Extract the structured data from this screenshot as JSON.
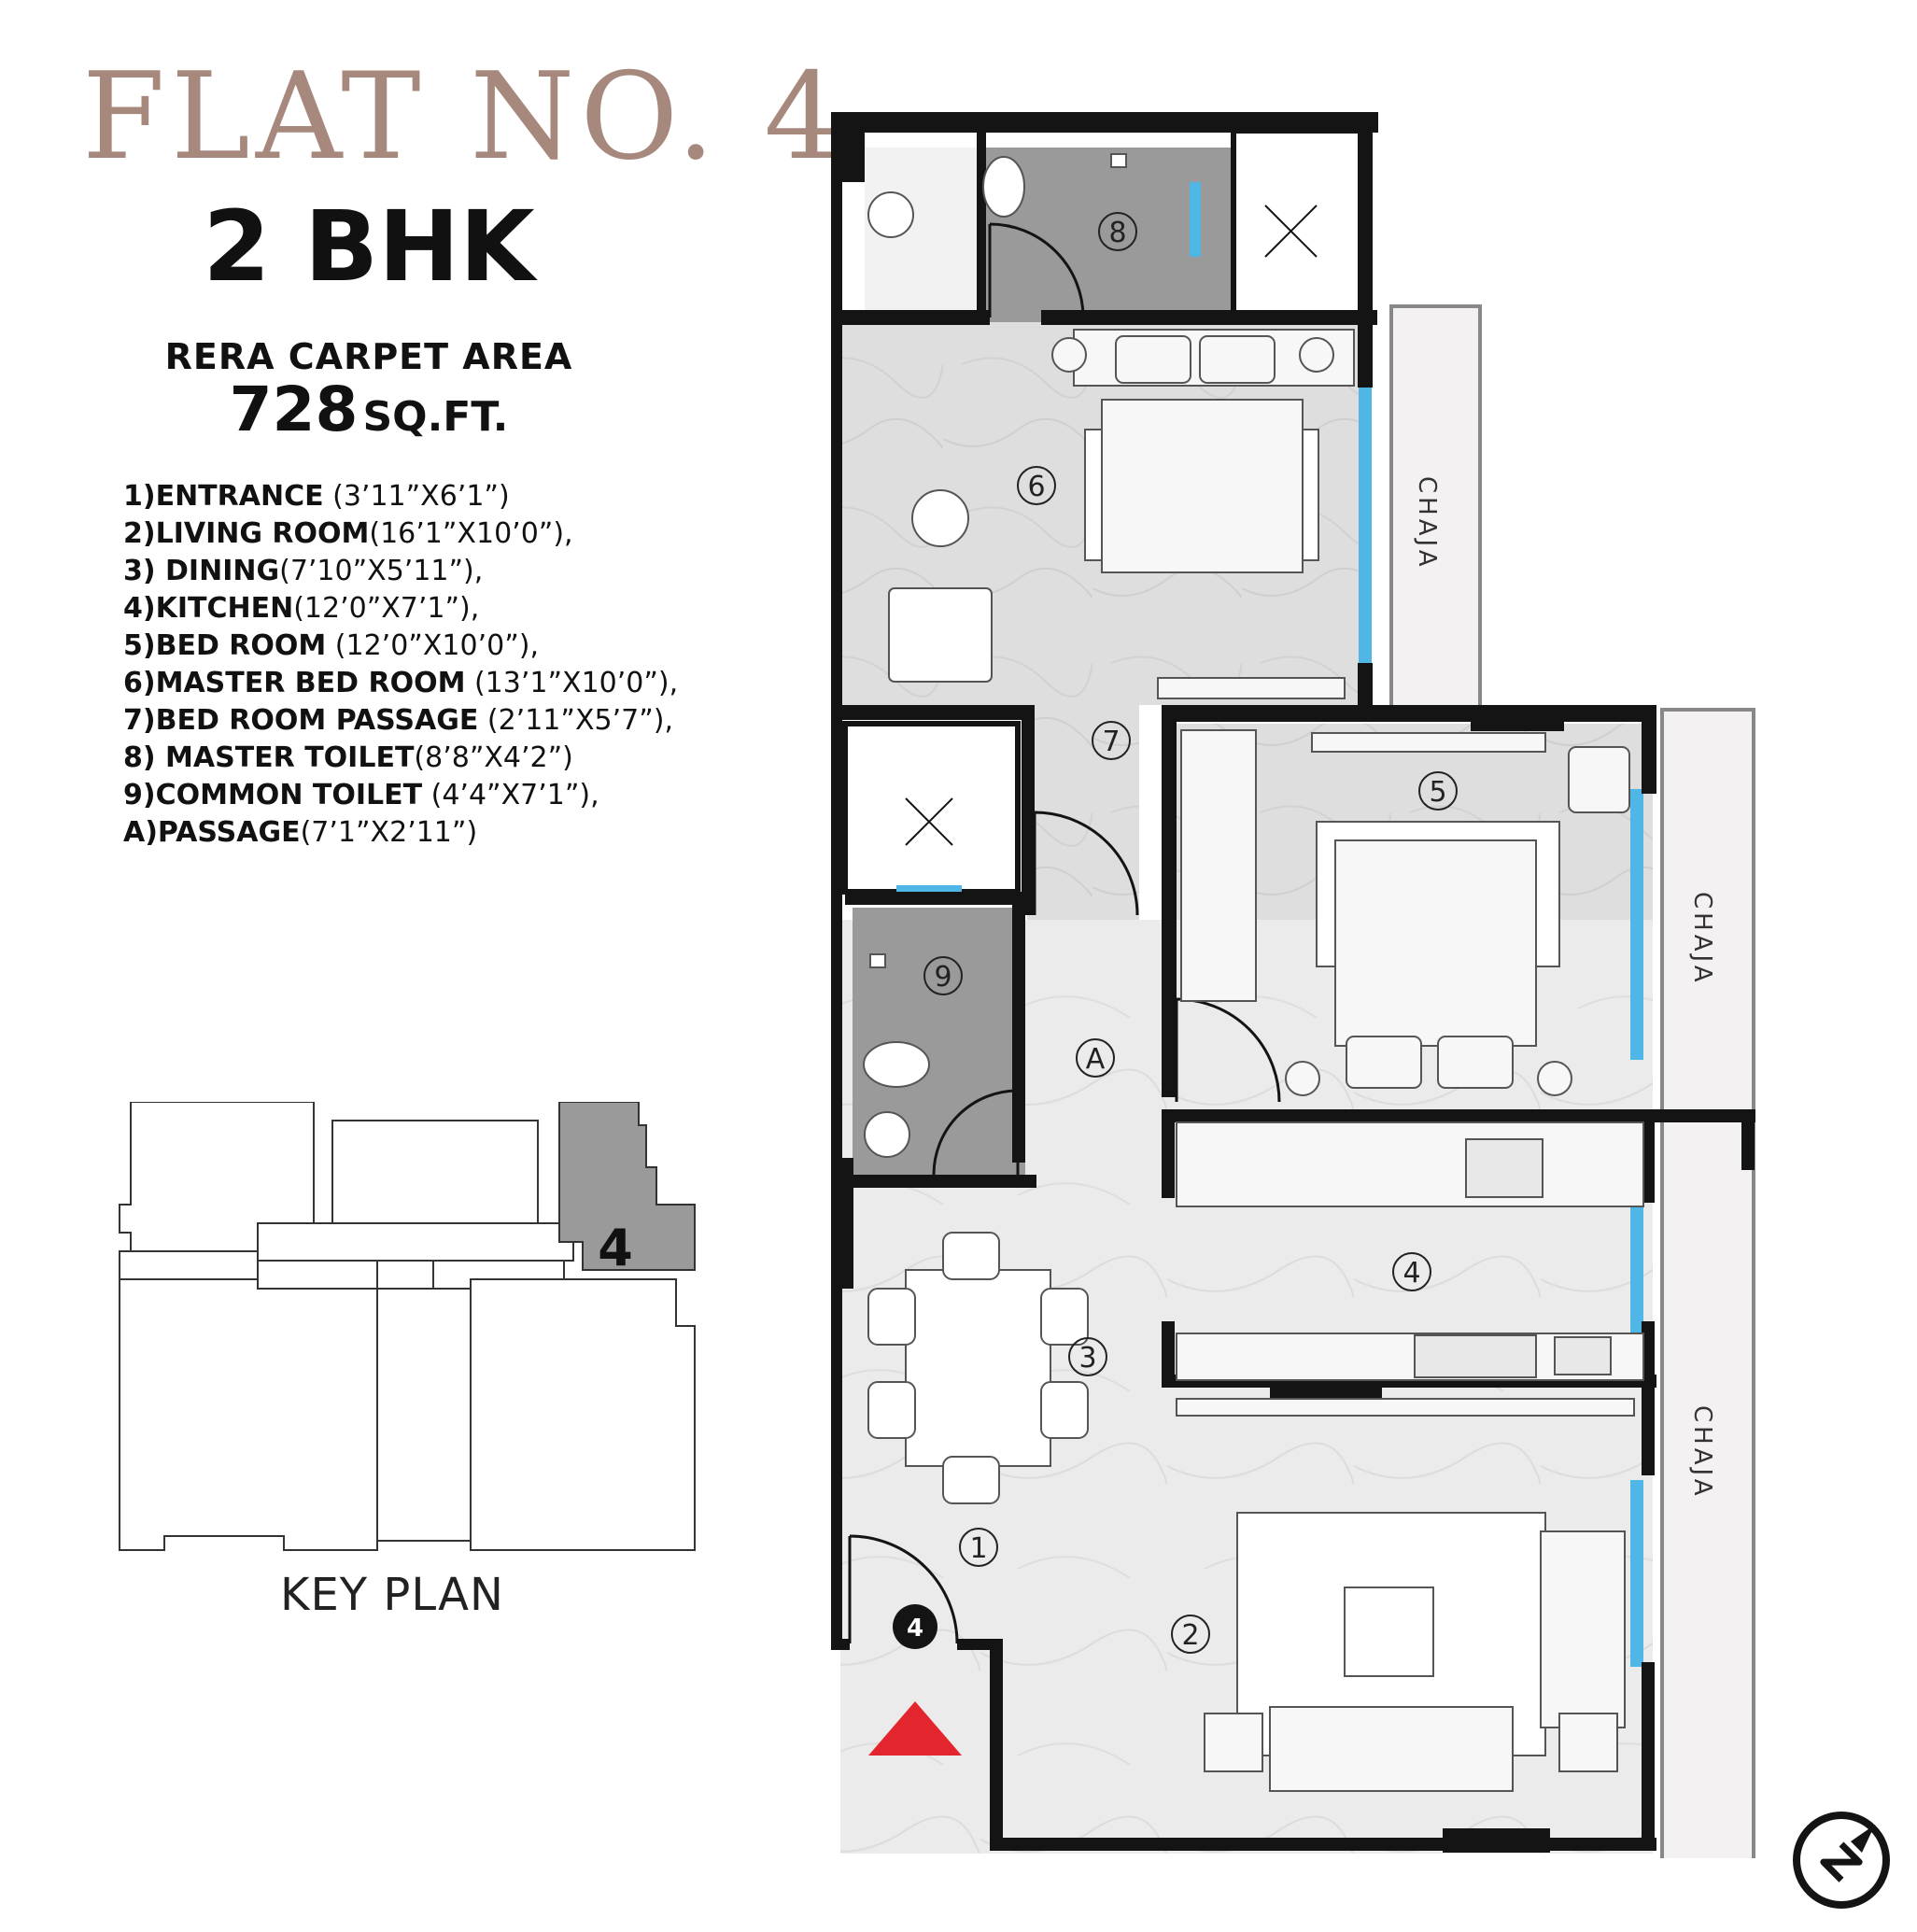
{
  "header": {
    "flat_title": "FLAT NO. 4",
    "configuration": "2 BHK",
    "area_label": "RERA CARPET AREA",
    "area_value": "728",
    "area_unit": "SQ.FT."
  },
  "rooms": [
    {
      "name": "1)ENTRANCE",
      "dims": " (3’11”X6’1”)"
    },
    {
      "name": "2)LIVING ROOM",
      "dims": "(16’1”X10’0”),"
    },
    {
      "name": "3) DINING",
      "dims": "(7’10”X5’11”),"
    },
    {
      "name": "4)KITCHEN",
      "dims": "(12’0”X7’1”),"
    },
    {
      "name": "5)BED ROOM",
      "dims": " (12’0”X10’0”),"
    },
    {
      "name": "6)MASTER BED ROOM",
      "dims": " (13’1”X10’0”),"
    },
    {
      "name": "7)BED ROOM PASSAGE",
      "dims": " (2’11”X5’7”),"
    },
    {
      "name": "8) MASTER TOILET",
      "dims": "(8’8”X4’2”)"
    },
    {
      "name": "9)COMMON TOILET",
      "dims": " (4’4”X7’1”),"
    },
    {
      "name": "A)PASSAGE",
      "dims": "(7’1”X2’11”)"
    }
  ],
  "key_plan": {
    "label": "KEY PLAN",
    "highlight_number": "4"
  },
  "plan": {
    "room_markers": [
      "1",
      "2",
      "3",
      "4",
      "5",
      "6",
      "7",
      "8",
      "9",
      "A"
    ],
    "chaja_label": "CHAJA",
    "entrance_badge": "4",
    "entrance_arrow_color": "#e3262d",
    "window_color": "#4fb6e6",
    "wall_color": "#141414",
    "floor_color": "#dcdcdc",
    "toilet_floor_color": "#9a9a9a"
  },
  "colors": {
    "title_color": "#a7887d",
    "keyplan_highlight": "#9a9a9a"
  },
  "icons": {
    "compass": "compass-north-icon"
  }
}
